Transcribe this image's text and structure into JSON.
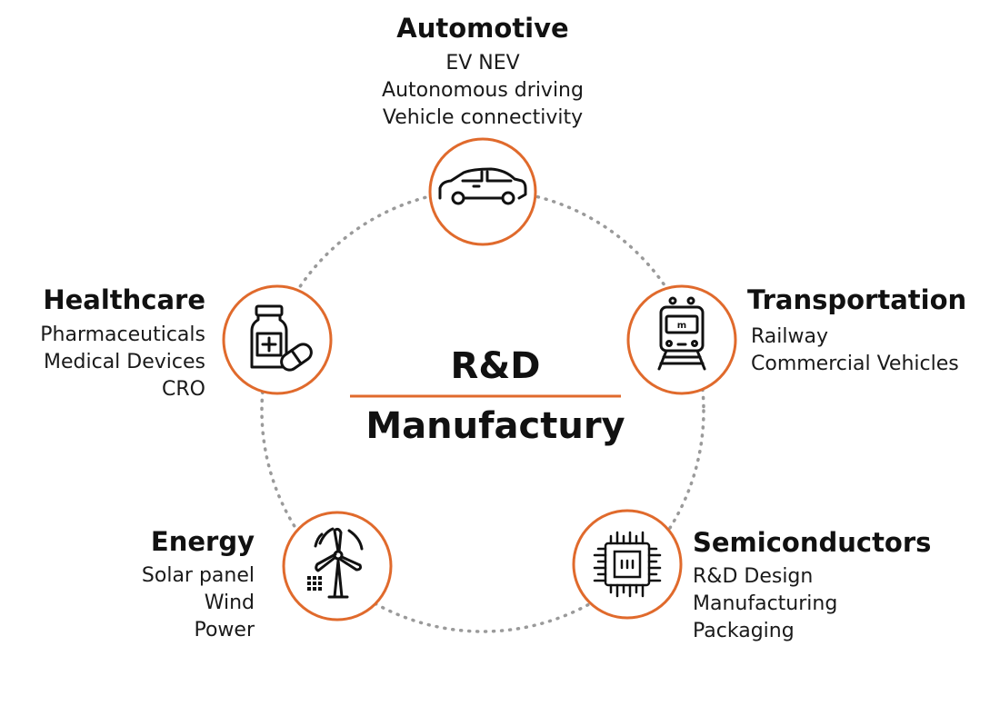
{
  "center": {
    "line1": "R&D",
    "line2": "Manufactury"
  },
  "colors": {
    "accent": "#e06a2c",
    "text": "#111111",
    "ring": "#9a9a9a"
  },
  "sectors": [
    {
      "key": "automotive",
      "title": "Automotive",
      "icon": "car-icon",
      "items": [
        "EV NEV",
        "Autonomous driving",
        "Vehicle connectivity"
      ]
    },
    {
      "key": "transportation",
      "title": "Transportation",
      "icon": "train-icon",
      "items": [
        "Railway",
        "Commercial Vehicles"
      ]
    },
    {
      "key": "semiconductors",
      "title": "Semiconductors",
      "icon": "chip-icon",
      "items": [
        "R&D Design",
        "Manufacturing",
        "Packaging"
      ]
    },
    {
      "key": "energy",
      "title": "Energy",
      "icon": "wind-turbine-icon",
      "items": [
        "Solar panel",
        "Wind",
        "Power"
      ]
    },
    {
      "key": "healthcare",
      "title": "Healthcare",
      "icon": "medicine-bottle-icon",
      "items": [
        "Pharmaceuticals",
        "Medical Devices",
        "CRO"
      ]
    }
  ]
}
